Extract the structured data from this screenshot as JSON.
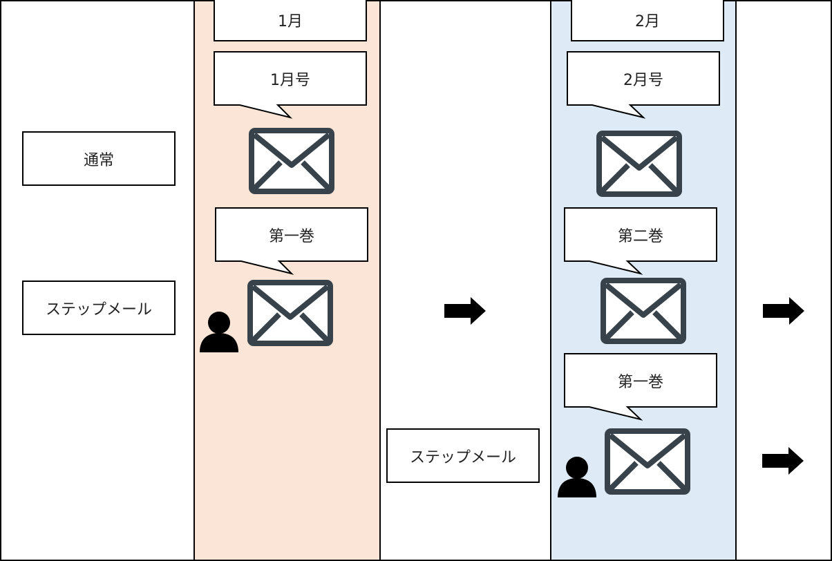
{
  "months": [
    "1月",
    "2月"
  ],
  "row_labels": {
    "normal": "通常",
    "step": "ステップメール"
  },
  "step_start_label": "ステップメール",
  "bubbles": {
    "jan_issue": "1月号",
    "feb_issue": "2月号",
    "jan_step_vol1": "第一巻",
    "feb_step_vol2": "第二巻",
    "feb_step_vol1": "第一巻"
  },
  "colors": {
    "jan_column": "#fbe5d6",
    "feb_column": "#deebf7",
    "envelope": "#37424a",
    "line": "#000000"
  },
  "icons": [
    "envelope-icon",
    "person-icon",
    "arrow-right-icon"
  ]
}
